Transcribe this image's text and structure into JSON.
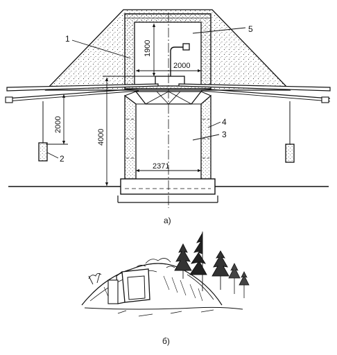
{
  "figure_a": {
    "caption": "а)",
    "dimensions": {
      "chamber_height": "1900",
      "chamber_width": "2000",
      "arm_height": "2000",
      "total_height": "4000",
      "base_width": "2371"
    },
    "callouts": {
      "c1": "1",
      "c2": "2",
      "c3": "3",
      "c4": "4",
      "c5": "5"
    }
  },
  "figure_b": {
    "caption": "б)"
  },
  "colors": {
    "ink": "#111111",
    "paper": "#ffffff",
    "stipple": "#444444"
  }
}
